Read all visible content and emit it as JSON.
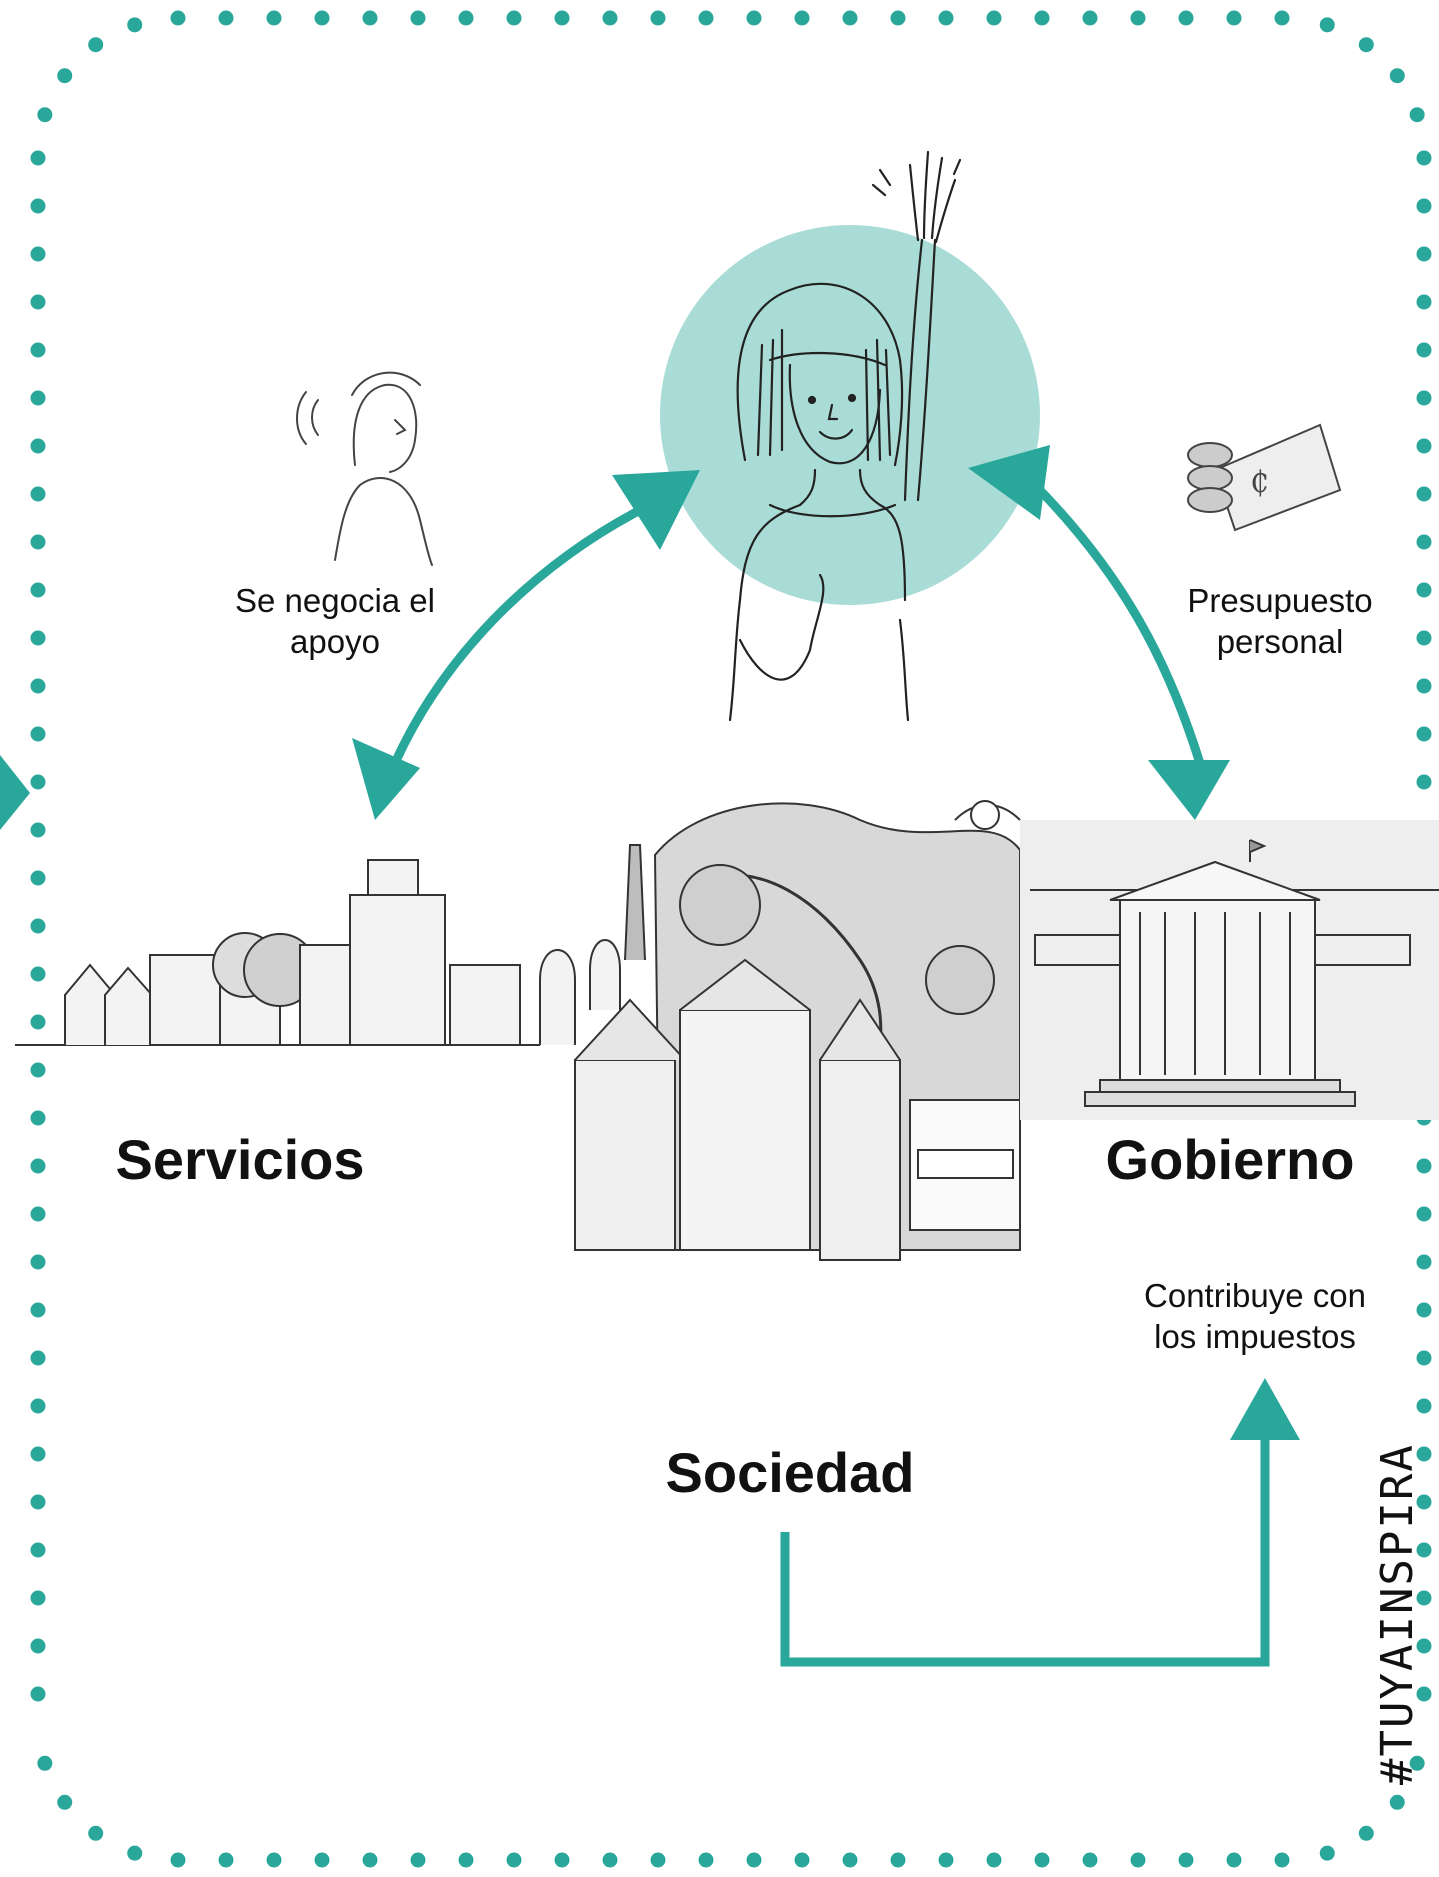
{
  "colors": {
    "accent": "#2aa79b",
    "circle": "#a9dcd6",
    "ink": "#222222",
    "sketch_fill": "#d9d9d9"
  },
  "nodes": {
    "persona": {
      "icon": "woman-raising-hand-icon"
    },
    "servicios": {
      "label": "Servicios",
      "icon": "city-buildings-sketch-icon"
    },
    "sociedad": {
      "label": "Sociedad",
      "icon": "town-sketch-icon"
    },
    "gobierno": {
      "label": "Gobierno",
      "icon": "parliament-building-icon"
    }
  },
  "edges": {
    "negocia": {
      "label_line1": "Se negocia el",
      "label_line2": "apoyo",
      "icon": "talking-person-icon"
    },
    "presupuesto": {
      "label_line1": "Presupuesto",
      "label_line2": "personal",
      "icon": "money-in-hand-icon"
    },
    "impuestos": {
      "label_line1": "Contribuye con",
      "label_line2": "los impuestos"
    }
  },
  "hashtag": "#TUYAINSPIRA"
}
